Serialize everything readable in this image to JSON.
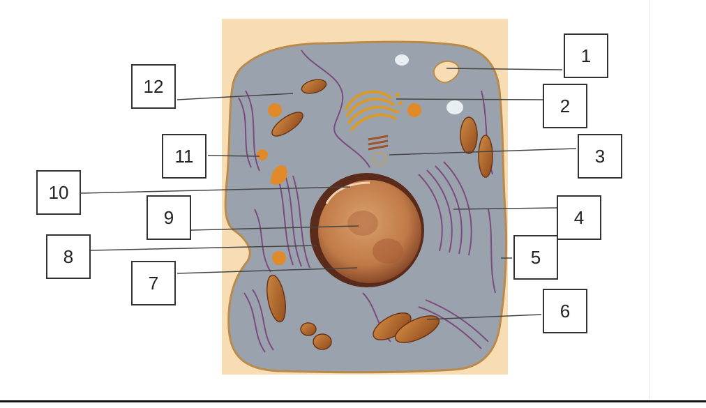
{
  "diagram": {
    "colors": {
      "background_panel": "#f7dcb4",
      "cytoplasm": "#9aa3ad",
      "membrane": "#b98a4a",
      "nucleus": "#c88a5a",
      "nucleus_outline": "#5a2a1a",
      "mitochondria": "#b8692a",
      "er": "#7b4a7e",
      "golgi": "#d99a2a"
    },
    "labels": [
      {
        "id": "1",
        "text": "1"
      },
      {
        "id": "2",
        "text": "2"
      },
      {
        "id": "3",
        "text": "3"
      },
      {
        "id": "4",
        "text": "4"
      },
      {
        "id": "5",
        "text": "5"
      },
      {
        "id": "6",
        "text": "6"
      },
      {
        "id": "7",
        "text": "7"
      },
      {
        "id": "8",
        "text": "8"
      },
      {
        "id": "9",
        "text": "9"
      },
      {
        "id": "10",
        "text": "10"
      },
      {
        "id": "11",
        "text": "11"
      },
      {
        "id": "12",
        "text": "12"
      }
    ]
  }
}
